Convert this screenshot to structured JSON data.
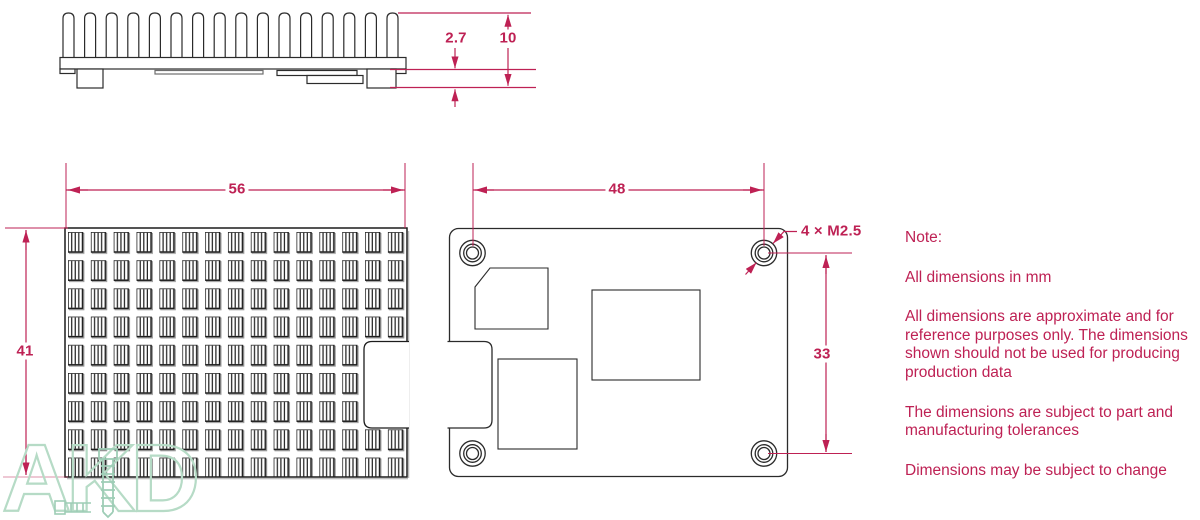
{
  "colors": {
    "dimension_accent": "#be2154",
    "drawing_outline": "#2b2b2b",
    "shadow_gray": "#999999",
    "watermark_mint": "#b6dbc6"
  },
  "side_view": {
    "fin_count": 16,
    "dim_standoff_gap": "2.7",
    "dim_total_height": "10"
  },
  "top_view": {
    "dim_width": "56",
    "dim_height": "41",
    "fin_grid": {
      "columns": 15,
      "rows": 9
    }
  },
  "board_view": {
    "dim_hole_spacing_x": "48",
    "dim_hole_spacing_y": "33",
    "thread_callout": "4 × M2.5"
  },
  "notes": {
    "title": "Note:",
    "items": [
      "All dimensions in mm",
      "All dimensions are approximate and for reference purposes only. The dimensions shown should not be used for producing production data",
      "The dimensions are subject to part and manufacturing tolerances",
      "Dimensions may be subject to change"
    ]
  },
  "watermark": {
    "text": "AKD"
  }
}
